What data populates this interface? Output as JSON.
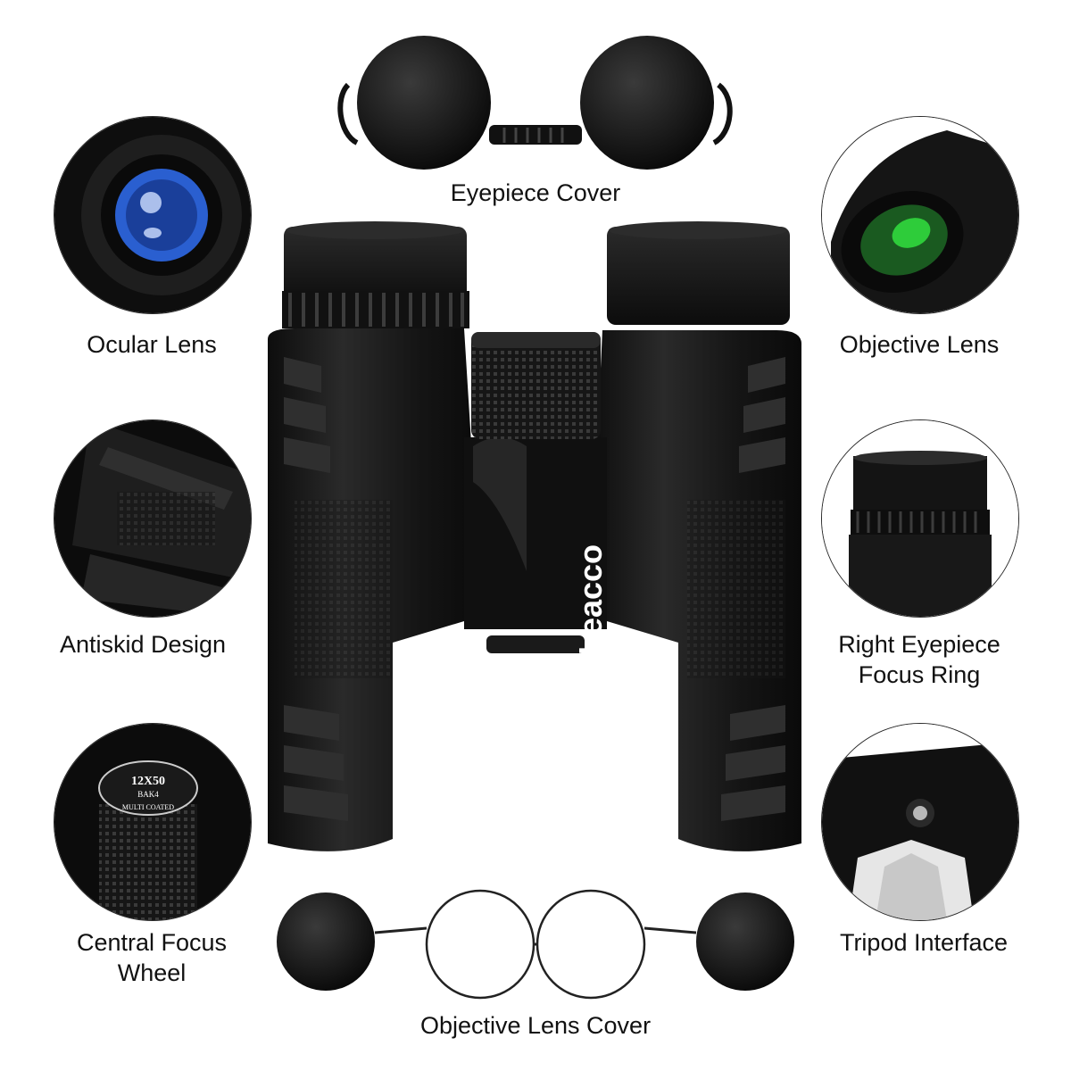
{
  "labels": {
    "eyepiece_cover": "Eyepiece Cover",
    "ocular_lens": "Ocular Lens",
    "objective_lens": "Objective Lens",
    "antiskid_design": "Antiskid Design",
    "right_eyepiece_line1": "Right Eyepiece",
    "right_eyepiece_line2": "Focus Ring",
    "central_focus_line1": "Central Focus",
    "central_focus_line2": "Wheel",
    "tripod_interface": "Tripod Interface",
    "objective_lens_cover": "Objective Lens Cover"
  },
  "brand": {
    "logo": "Leacco"
  },
  "focus_wheel_text": {
    "spec": "12X50",
    "prism": "BAK4",
    "coating": "MULTI COATED"
  },
  "colors": {
    "background": "#ffffff",
    "body": "#141414",
    "rubber": "#1c1c1c",
    "highlight": "#3a3a3a",
    "ocular_lens": "#2a5fd0",
    "objective_lens": "#2ecc3a"
  }
}
